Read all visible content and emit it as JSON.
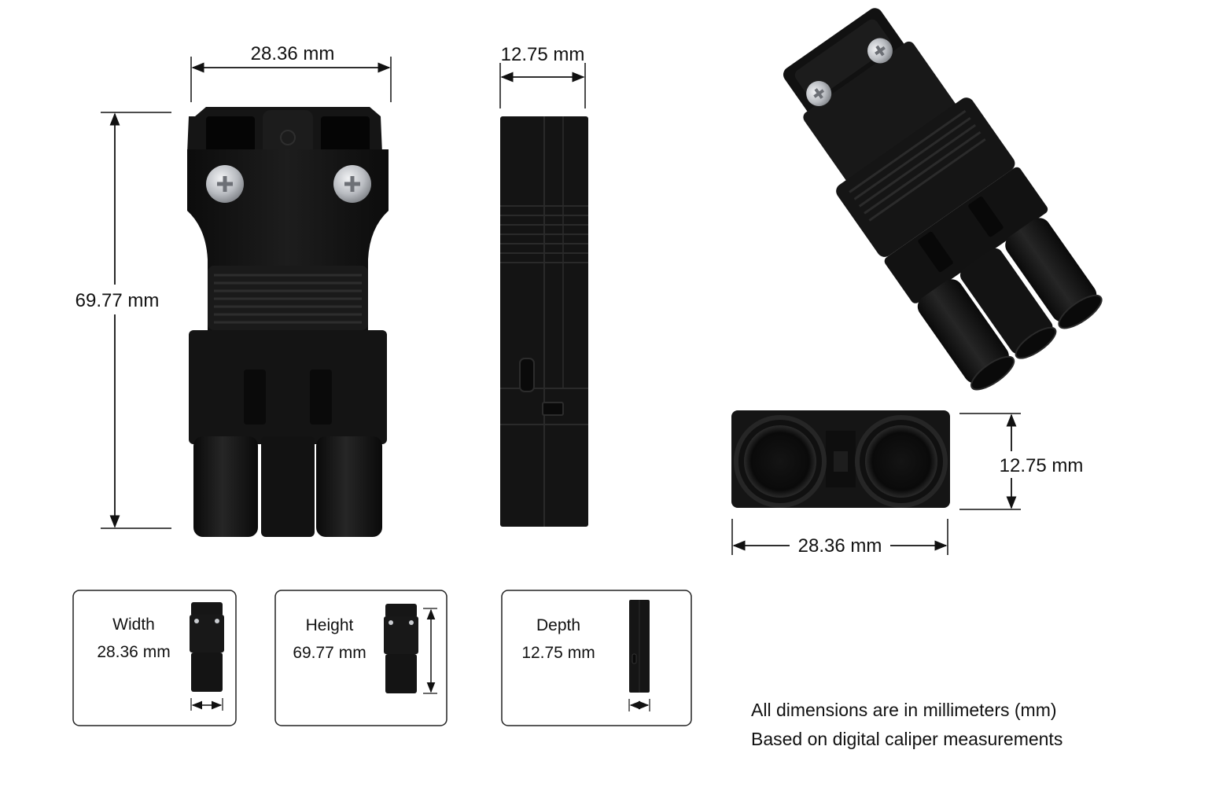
{
  "front_view": {
    "width_label": "28.36 mm",
    "height_label": "69.77 mm"
  },
  "side_view": {
    "depth_label": "12.75 mm"
  },
  "end_view": {
    "height_label": "12.75 mm",
    "width_label": "28.36 mm"
  },
  "cards": [
    {
      "title": "Width",
      "value": "28.36 mm"
    },
    {
      "title": "Height",
      "value": "69.77 mm"
    },
    {
      "title": "Depth",
      "value": "12.75 mm"
    }
  ],
  "notes": {
    "line1": "All dimensions are in millimeters (mm)",
    "line2": "Based on digital caliper measurements"
  },
  "colors": {
    "product_body": "#161616",
    "product_highlight": "#2c2c2c",
    "screw": "#c9ccd0",
    "line": "#111111",
    "card_border": "#222222"
  }
}
